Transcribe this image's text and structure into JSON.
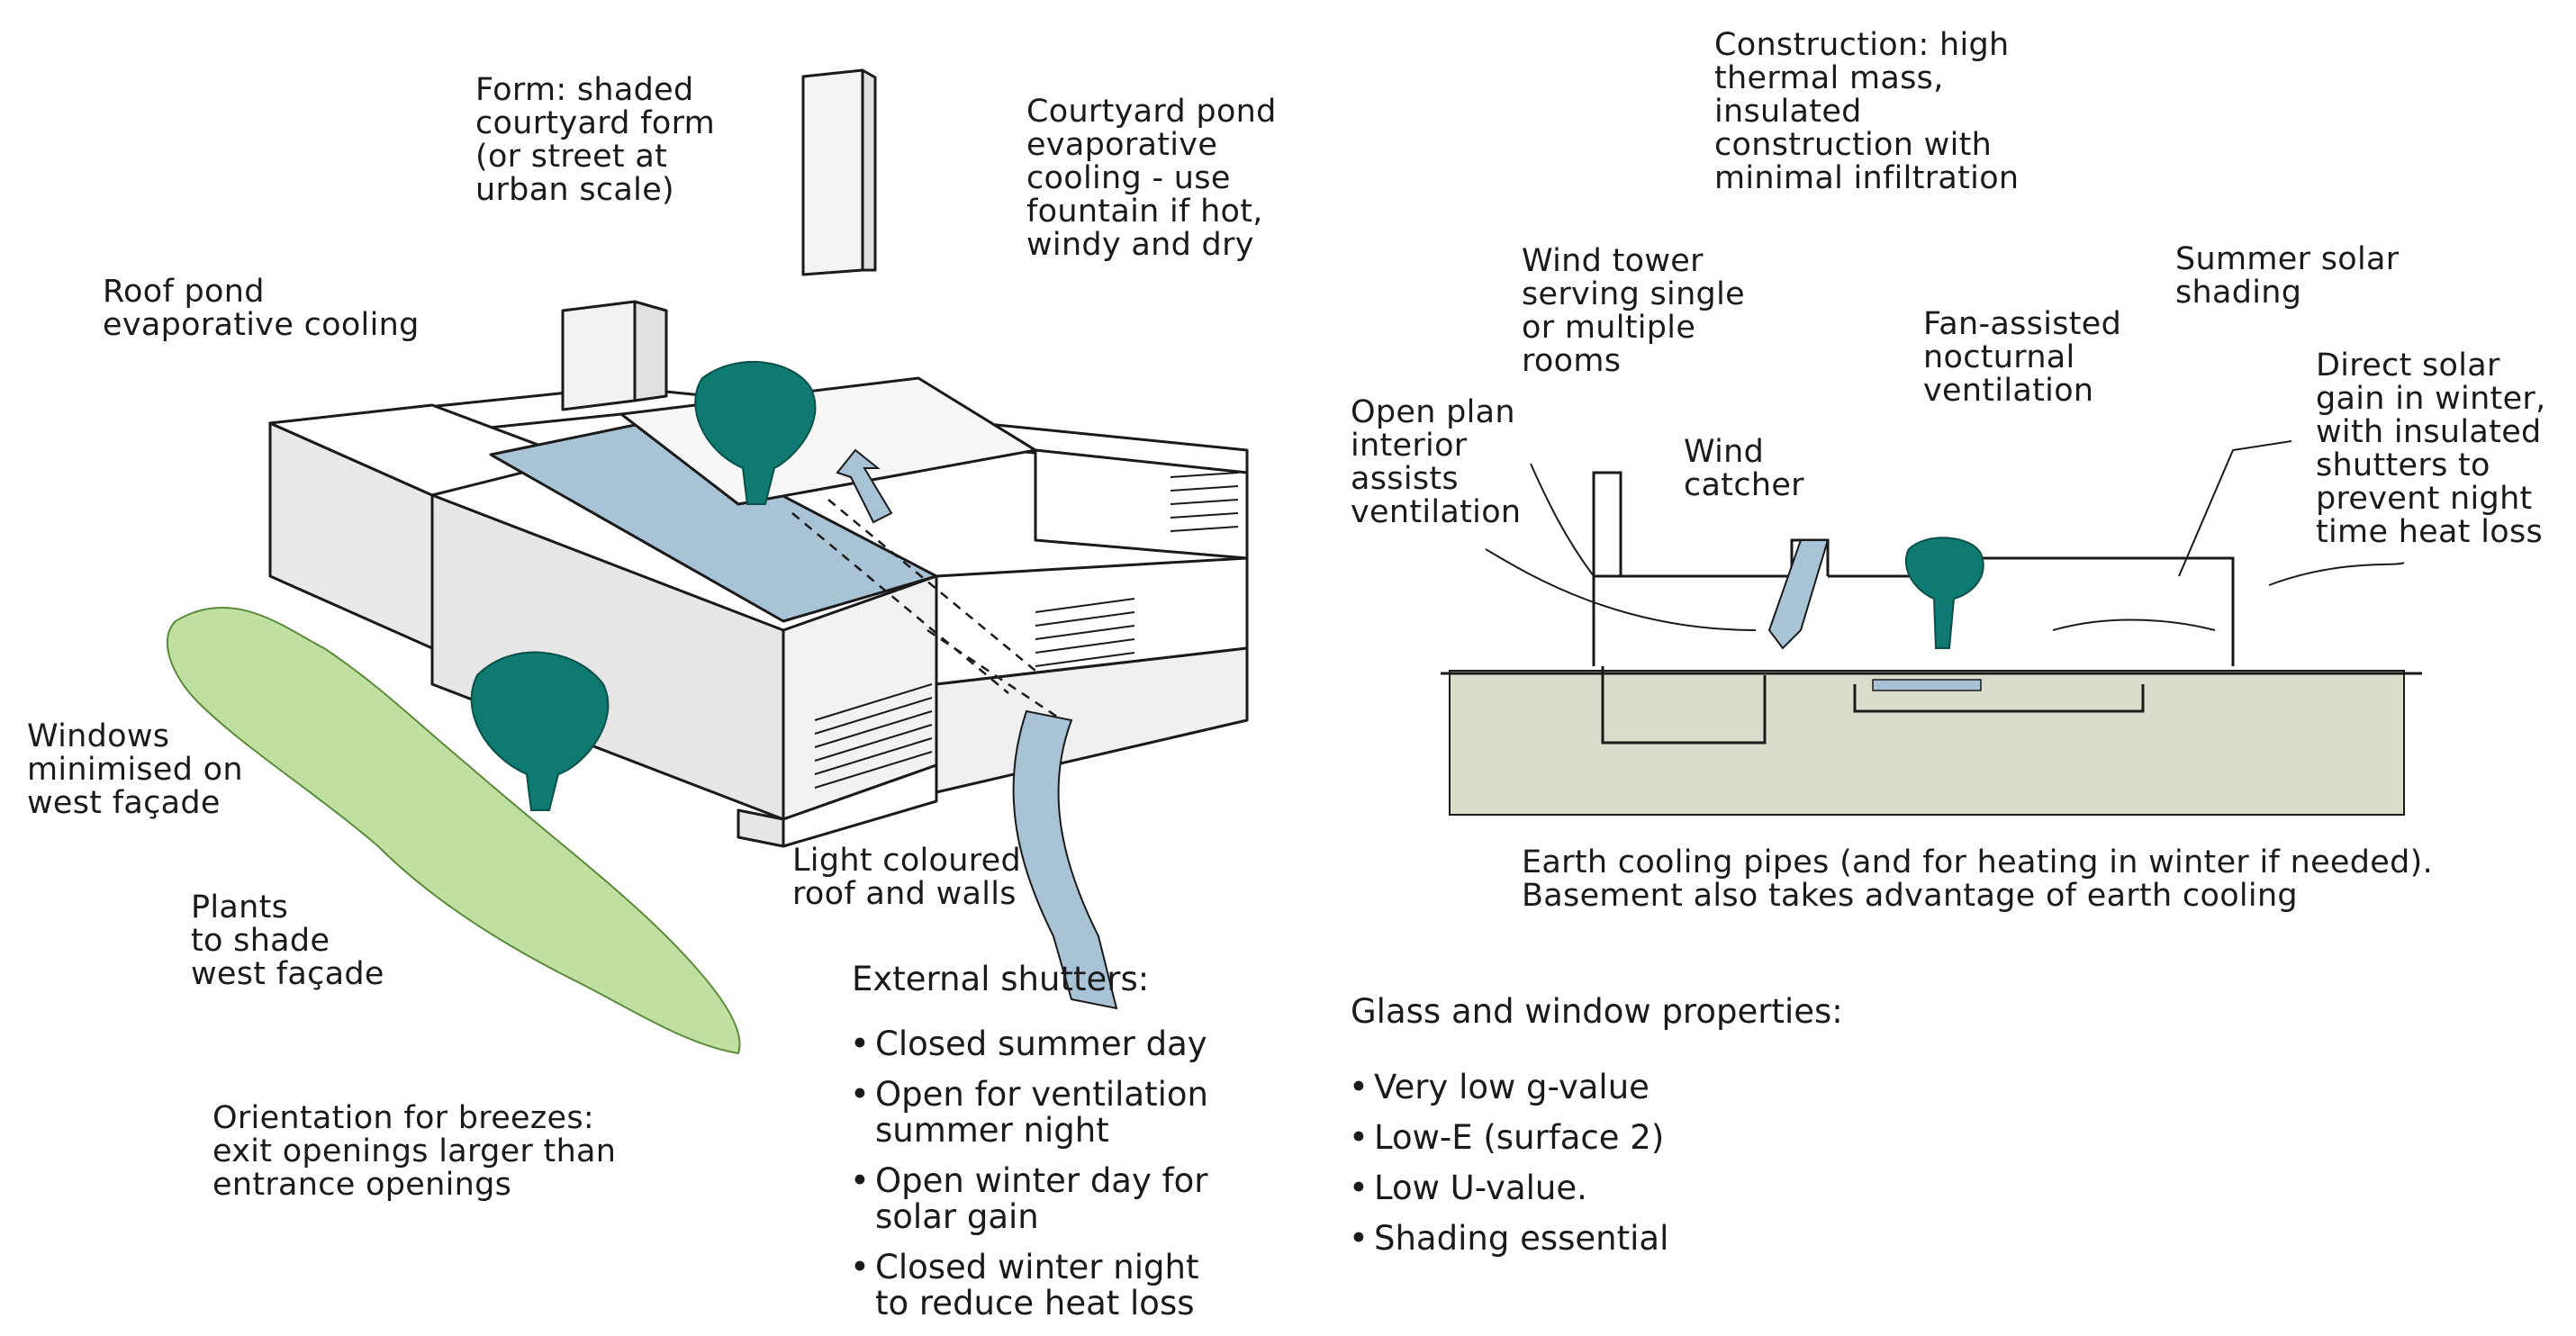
{
  "left_diagram": {
    "labels": {
      "form": [
        "Form: shaded",
        "courtyard form",
        "(or street at",
        "urban scale)"
      ],
      "courtyard_pond": [
        "Courtyard pond",
        "evaporative",
        "cooling - use",
        "fountain if hot,",
        "windy and dry"
      ],
      "roof_pond": [
        "Roof pond",
        "evaporative cooling"
      ],
      "windows": [
        "Windows",
        "minimised on",
        "west façade"
      ],
      "plants": [
        "Plants",
        "to shade",
        "west façade"
      ],
      "light_coloured": [
        "Light coloured",
        "roof and walls"
      ],
      "orientation": [
        "Orientation for breezes:",
        "exit openings larger than",
        "entrance openings"
      ]
    },
    "shutters": {
      "heading": "External shutters:",
      "items": [
        [
          "Closed summer day"
        ],
        [
          "Open for ventilation",
          "summer night"
        ],
        [
          "Open winter day for",
          "solar gain"
        ],
        [
          "Closed winter night",
          "to reduce heat loss"
        ]
      ]
    }
  },
  "right_diagram": {
    "labels": {
      "construction": [
        "Construction: high",
        "thermal mass,",
        "insulated",
        "construction with",
        "minimal infiltration"
      ],
      "wind_tower": [
        "Wind tower",
        "serving single",
        "or multiple",
        "rooms"
      ],
      "fan_assisted": [
        "Fan-assisted",
        "nocturnal",
        "ventilation"
      ],
      "summer_shading": [
        "Summer solar",
        "shading"
      ],
      "direct_solar": [
        "Direct solar",
        "gain in winter,",
        "with insulated",
        "shutters to",
        "prevent night",
        "time heat loss"
      ],
      "open_plan": [
        "Open plan",
        "interior",
        "assists",
        "ventilation"
      ],
      "wind_catcher": [
        "Wind",
        "catcher"
      ],
      "earth_cooling": [
        "Earth cooling pipes (and for heating in winter if needed).",
        "Basement also takes advantage of earth cooling"
      ]
    },
    "glass": {
      "heading": "Glass and window properties:",
      "items": [
        [
          "Very low g-value"
        ],
        [
          "Low-E (surface 2)"
        ],
        [
          "Low U-value."
        ],
        [
          "Shading essential"
        ]
      ]
    }
  },
  "colors": {
    "water": "#a9c3d6",
    "palm": "#0e7a72",
    "plants": "#bfe0a0",
    "ground": "#dcdccb",
    "wall_shade": "#e6e6e6",
    "line": "#1a1a1a"
  }
}
